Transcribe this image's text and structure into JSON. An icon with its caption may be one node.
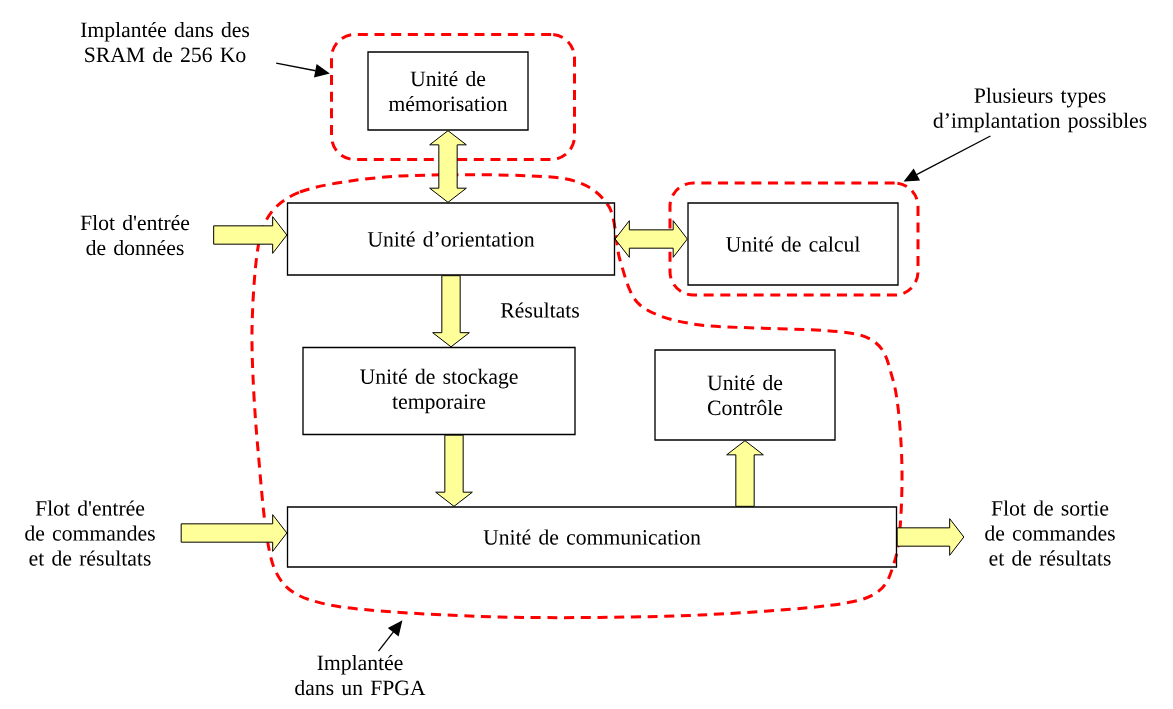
{
  "diagram": {
    "nodes": [
      {
        "text": [
          "Implantée dans des SRAM de 256 Ko"
        ]
      },
      {
        "text": [],
        "shape": "box"
      },
      {
        "text": [
          "Unité de mémorisation"
        ],
        "in": 1
      },
      {
        "text": [],
        "shape": "cloud"
      },
      {
        "text": [
          "Unité d’orientation"
        ],
        "in": 3
      },
      {
        "text": [
          "Unité de stockage temporaire"
        ],
        "in": 3
      },
      {
        "text": [
          "Unité de Contrôle"
        ],
        "in": 3
      },
      {
        "text": [
          "Unité de communication"
        ],
        "in": 3
      },
      {
        "text": [
          "Plusieurs types d’implantation possibles"
        ]
      },
      {
        "text": [],
        "shape": "box"
      },
      {
        "text": [
          "Unité de calcul"
        ],
        "in": 9
      },
      {
        "text": [
          "Flot d'entrée de données"
        ]
      },
      {
        "text": [
          "Flot d'entrée de commandes et de résultats"
        ]
      },
      {
        "text": [
          "Flot de sortie de commandes et de résultats"
        ]
      },
      {
        "text": [
          "Implantée dans un FPGA"
        ]
      }
    ],
    "edges": [
      {
        "from": 0,
        "to": 1,
        "arrow": "to"
      },
      {
        "from": 8,
        "to": 9,
        "arrow": "to"
      },
      {
        "from": 14,
        "to": 3,
        "arrow": "to"
      },
      {
        "from": 2,
        "to": 4,
        "arrow": "both",
        "style": "thick"
      },
      {
        "from": 4,
        "to": 10,
        "arrow": "both",
        "style": "thick"
      },
      {
        "from": 4,
        "to": 5,
        "arrow": "to",
        "style": "thick",
        "label": "Résultats"
      },
      {
        "from": 5,
        "to": 7,
        "arrow": "to",
        "style": "thick"
      },
      {
        "from": 7,
        "to": 6,
        "arrow": "to",
        "style": "thick"
      },
      {
        "from": 11,
        "to": 4,
        "arrow": "to",
        "style": "thick"
      },
      {
        "from": 12,
        "to": 7,
        "arrow": "to",
        "style": "thick"
      },
      {
        "from": 7,
        "to": 13,
        "arrow": "to",
        "style": "thick"
      }
    ]
  }
}
